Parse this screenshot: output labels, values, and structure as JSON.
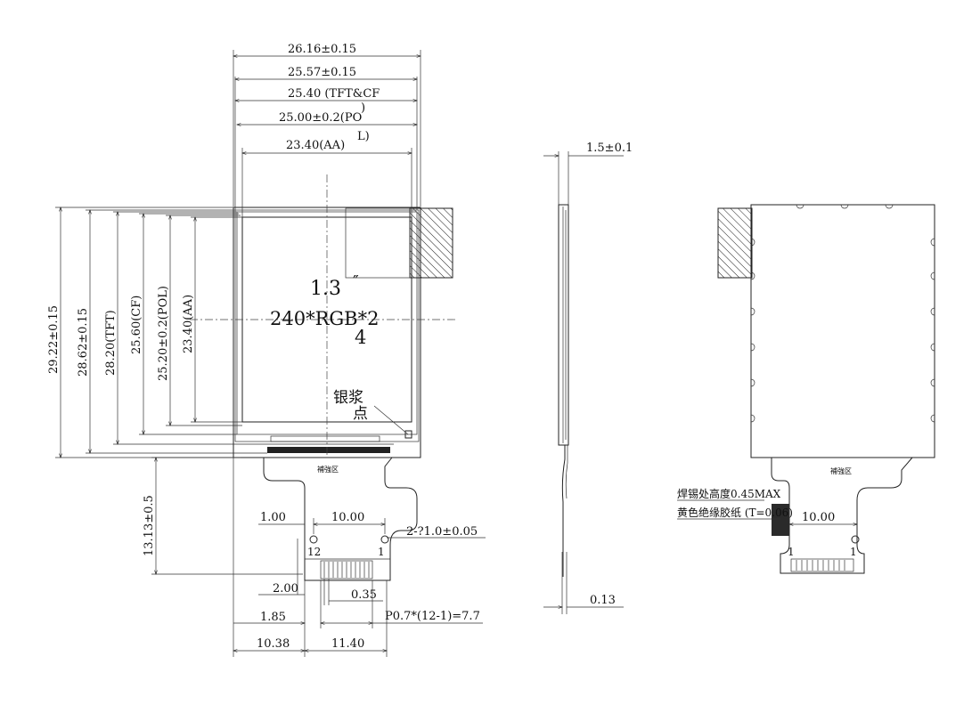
{
  "top_dims": {
    "d1": "26.16±0.15",
    "d2": "25.57±0.15",
    "d3": "25.40 (TFT&CF",
    "d4a": "25.00±0.2(PO",
    "d4b": ")",
    "d4c": "L)",
    "d5": "23.40(AA)"
  },
  "left_dims": {
    "v1": "29.22±0.15",
    "v2": "28.62±0.15",
    "v3": "28.20(TFT)",
    "v4": "25.60(CF)",
    "v5": "25.20±0.2(POL)",
    "v6": "23.40(AA)",
    "v7": "13.13±0.5"
  },
  "screen": {
    "size_line1": "1.3",
    "size_mark": "″",
    "resolution": "240*RGB*2",
    "resolution_tail": "4",
    "silver_paste_line1": "银浆",
    "silver_paste_line2": "点",
    "fpc_label": "補強区"
  },
  "fpc_dims": {
    "pitch_width": "10.00",
    "left_offset": "1.00",
    "holes": "2-?1.0±0.05",
    "pin_left": "12",
    "pin_right": "1",
    "gap": "2.00",
    "pad_width": "0.35",
    "edge": "1.85",
    "pitch_formula": "P0.7*(12-1)=7.7",
    "bottom_left": "10.38",
    "bottom_right": "11.40"
  },
  "side_dims": {
    "thickness": "1.5±0.1",
    "fpc_thickness": "0.13"
  },
  "back_view": {
    "fpc_label": "補強区",
    "solder_note": "焊锡处高度0.45MAX",
    "tape_note": "黄色绝缘胶纸 (T=0.06)",
    "width": "10.00",
    "pin_left": "1",
    "pin_right": "1"
  }
}
